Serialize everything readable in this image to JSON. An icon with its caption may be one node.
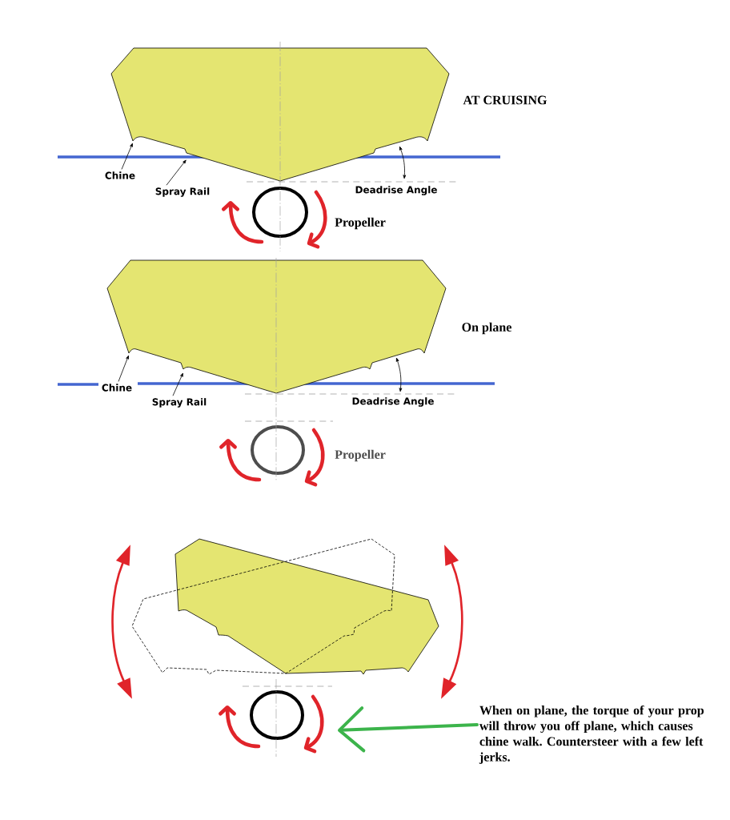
{
  "diagram": {
    "nodes": [
      {
        "text": [],
        "shape": "polygon"
      },
      {
        "text": [
          "Chine"
        ]
      },
      {
        "text": [
          "Spray Rail"
        ]
      },
      {
        "text": [],
        "shape": "polygon"
      },
      {
        "text": [
          "Chine"
        ]
      },
      {
        "text": [
          "Spray Rail"
        ]
      },
      {
        "text": [],
        "shape": "polygon"
      },
      {
        "text": [
          "When on plane, the torque of your prop will throw you off plane, which causes chine walk. Countersteer with a few left jerks."
        ]
      }
    ],
    "edges": [
      {
        "from": 1,
        "to": 0,
        "arrow": "to"
      },
      {
        "from": 2,
        "to": 0,
        "arrow": "to"
      },
      {
        "from": 4,
        "to": 3,
        "arrow": "to"
      },
      {
        "from": 5,
        "to": 3,
        "arrow": "to"
      },
      {
        "from": 7,
        "to": null,
        "arrow": "to",
        "style": "thick",
        "color": "#3cb44b"
      }
    ],
    "labels": [
      "AT CRUISING",
      "Deadrise Angle",
      "Propeller",
      "On plane",
      "Deadrise Angle",
      "Propeller"
    ]
  }
}
